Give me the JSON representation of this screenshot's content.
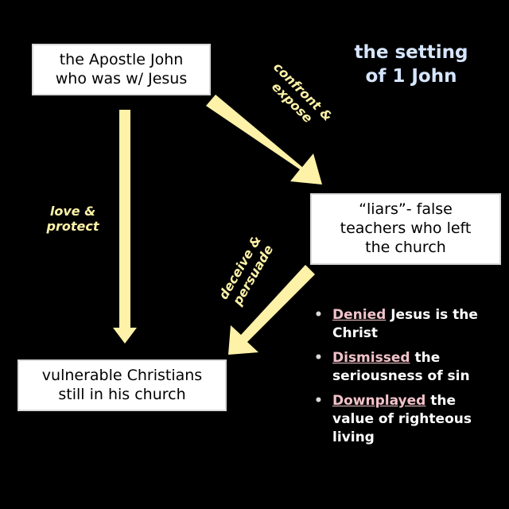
{
  "title": [
    "the setting",
    "of 1 John"
  ],
  "colors": {
    "background": "#000000",
    "arrow": "#fdf2a8",
    "label": "#fdf2a8",
    "title": "#d6e6ff",
    "keyword": "#f2c2c9",
    "box": "#ffffff"
  },
  "nodes": {
    "john": [
      "the Apostle John",
      "who was w/ Jesus"
    ],
    "liars": [
      "“liars”- false",
      "teachers who left",
      "the church"
    ],
    "christians": [
      "vulnerable Christians",
      "still in his church"
    ]
  },
  "edges": {
    "confront": [
      "confront &",
      "expose"
    ],
    "love": [
      "love &",
      "protect"
    ],
    "deceive": [
      "deceive &",
      "persuade"
    ]
  },
  "bullets": [
    {
      "keyword": "Denied",
      "rest": " Jesus is the Christ"
    },
    {
      "keyword": "Dismissed",
      "rest": " the seriousness of sin"
    },
    {
      "keyword": "Downplayed",
      "rest": " the value of righteous living"
    }
  ],
  "bullet_marker": "•"
}
